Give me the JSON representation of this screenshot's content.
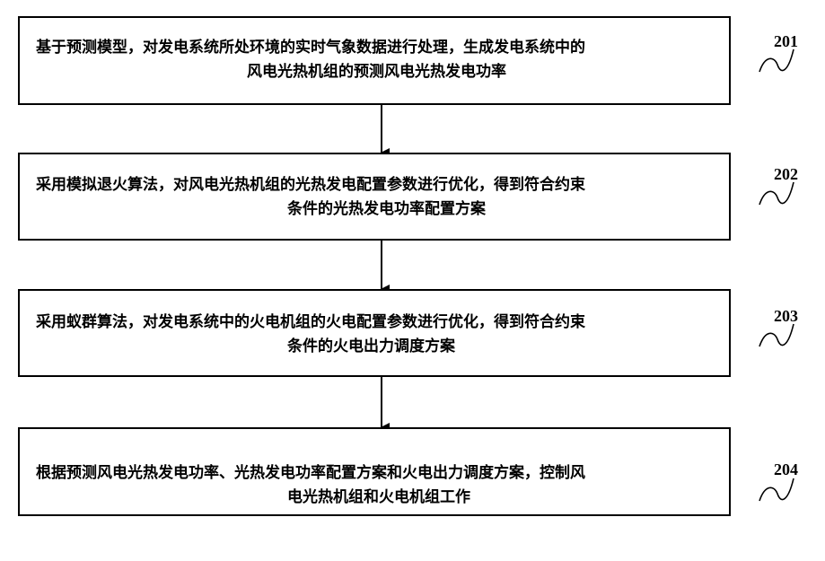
{
  "steps": [
    {
      "id": "201",
      "line1": "基于预测模型，对发电系统所处环境的实时气象数据进行处理，生成发电系统中的",
      "line2": "风电光热机组的预测风电光热发电功率"
    },
    {
      "id": "202",
      "line1": "采用模拟退火算法，对风电光热机组的光热发电配置参数进行优化，得到符合约束",
      "line2": "条件的光热发电功率配置方案"
    },
    {
      "id": "203",
      "line1": "采用蚁群算法，对发电系统中的火电机组的火电配置参数进行优化，得到符合约束",
      "line2": "条件的火电出力调度方案"
    },
    {
      "id": "204",
      "line1": "根据预测风电光热发电功率、光热发电功率配置方案和火电出力调度方案，控制风",
      "line2": "电光热机组和火电机组工作"
    }
  ]
}
